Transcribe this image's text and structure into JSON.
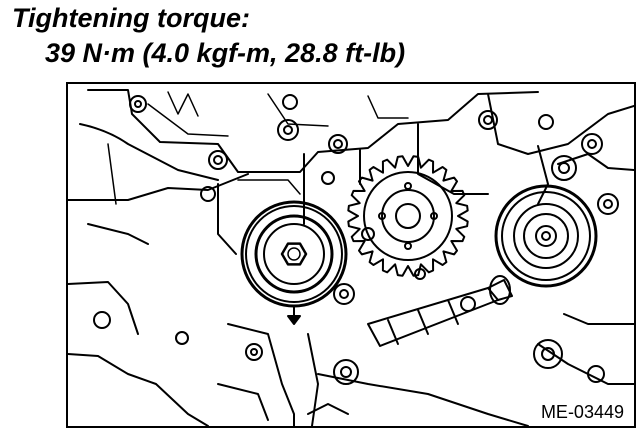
{
  "caption": {
    "title": "Tightening torque:",
    "value": "39 N·m (4.0 kgf-m, 28.8 ft-lb)"
  },
  "figure": {
    "id": "ME-03449"
  }
}
